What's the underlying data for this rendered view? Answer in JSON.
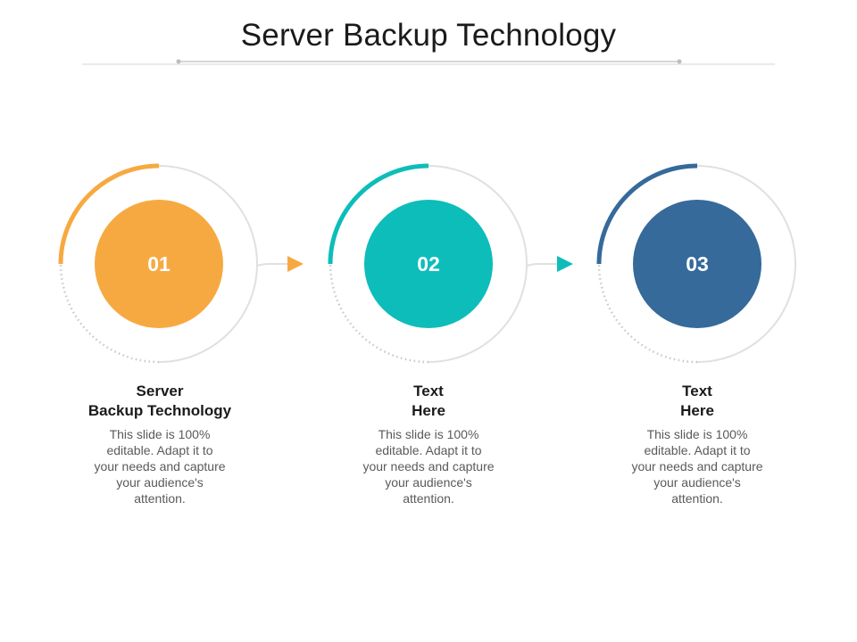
{
  "slide": {
    "title": "Server Backup Technology"
  },
  "colors": {
    "step_01": "#F7A941",
    "step_02": "#0DBDB9",
    "step_03": "#356A9A",
    "ring": "#DEDEDE",
    "dotted_ring": "#C8C8C8"
  },
  "steps": [
    {
      "number": "01",
      "heading_line1": "Server",
      "heading_line2": "Backup Technology",
      "description": "This slide is 100% editable. Adapt it to your needs and capture your audience's attention."
    },
    {
      "number": "02",
      "heading_line1": "Text",
      "heading_line2": "Here",
      "description": "This slide is 100% editable. Adapt it to your needs and capture your audience's attention."
    },
    {
      "number": "03",
      "heading_line1": "Text",
      "heading_line2": "Here",
      "description": "This slide is 100% editable. Adapt it to your needs and capture your audience's attention."
    }
  ]
}
